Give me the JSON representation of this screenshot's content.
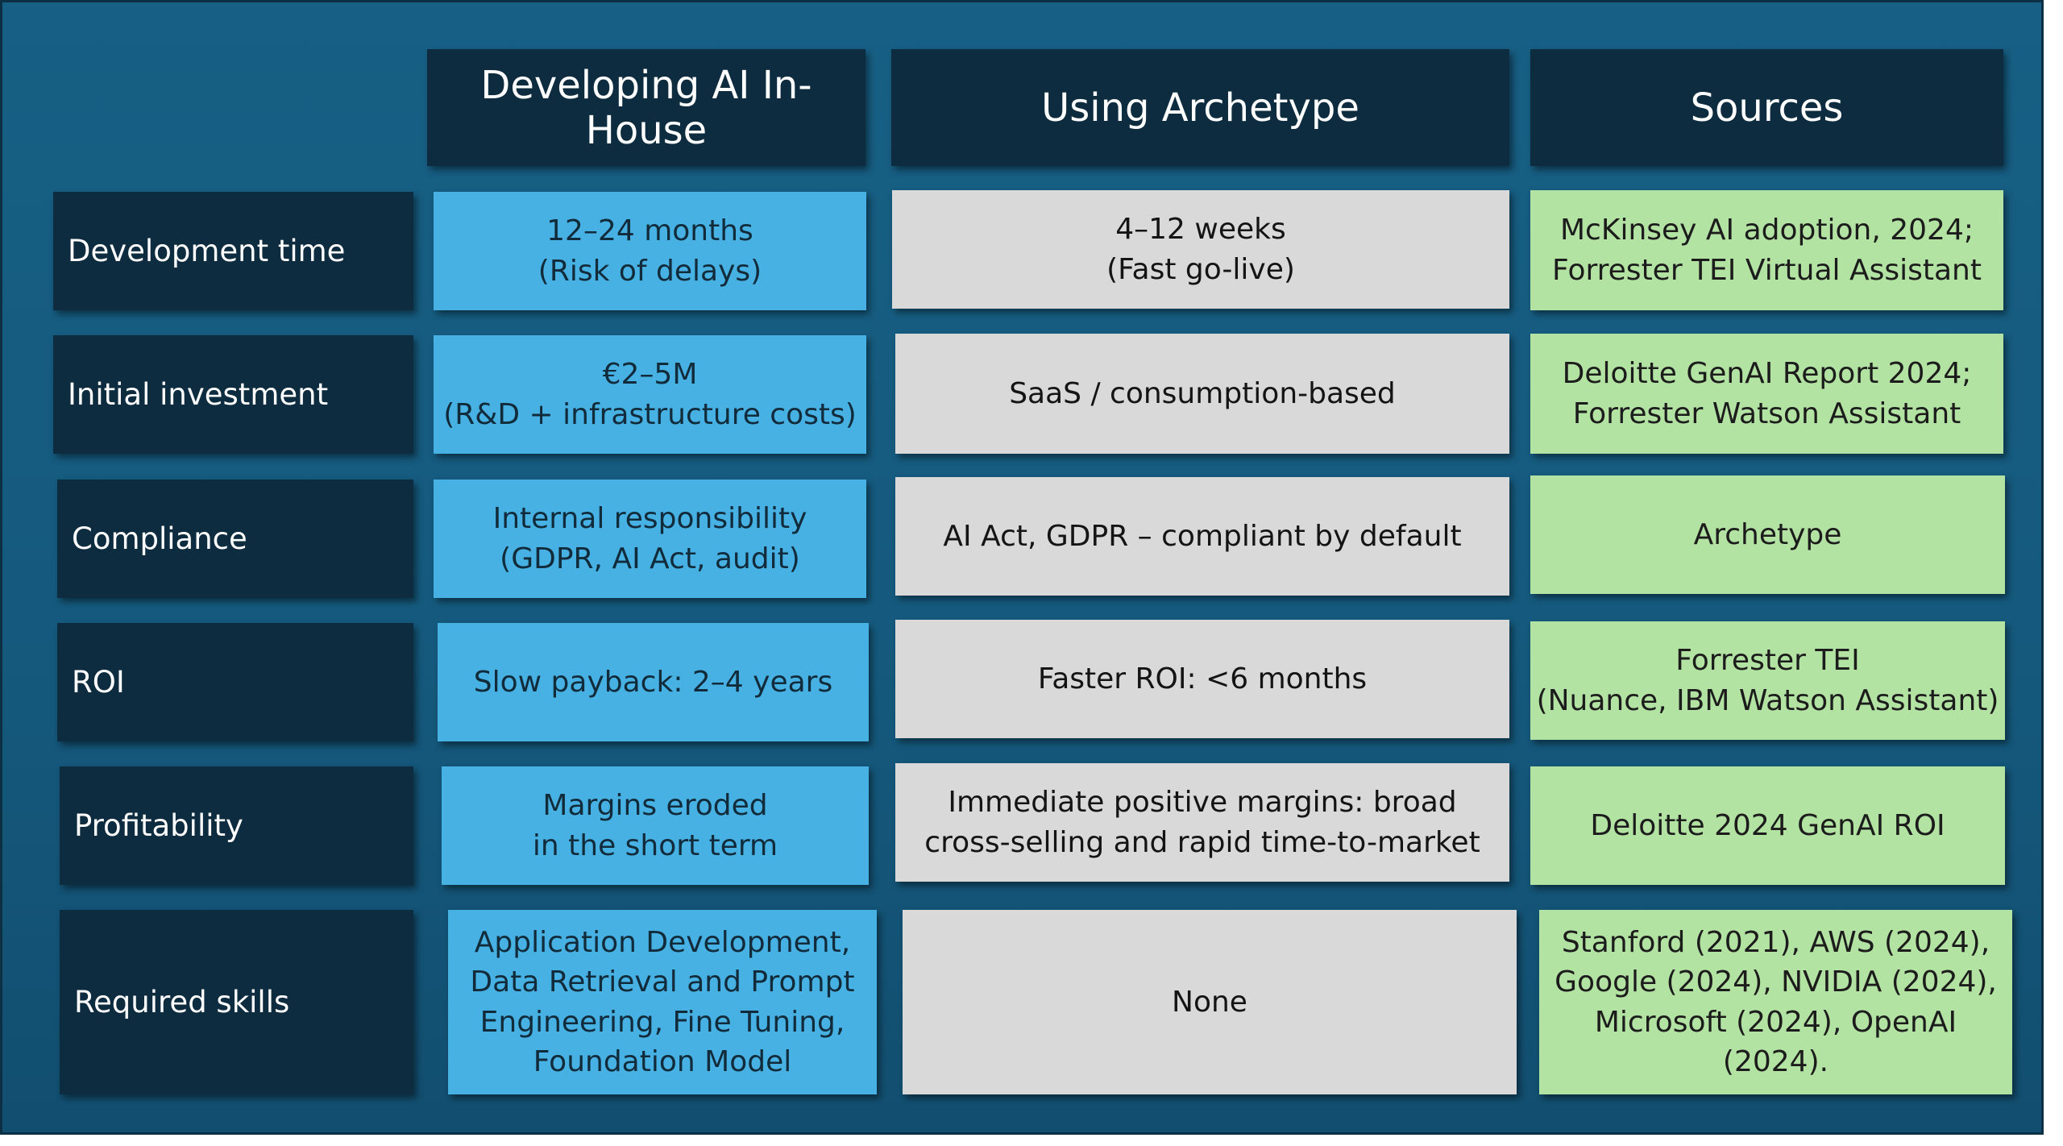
{
  "columns": {
    "inhouse": "Developing AI In-House",
    "archetype": "Using Archetype",
    "sources": "Sources"
  },
  "rows": [
    {
      "label": "Development time",
      "inhouse": "12–24 months\n(Risk of delays)",
      "archetype": "4–12 weeks\n(Fast go-live)",
      "sources": "McKinsey AI adoption, 2024;\nForrester TEI Virtual Assistant"
    },
    {
      "label": "Initial investment",
      "inhouse": "€2–5M\n(R&D + infrastructure costs)",
      "archetype": "SaaS / consumption-based",
      "sources": "Deloitte GenAI Report 2024;\nForrester Watson Assistant"
    },
    {
      "label": "Compliance",
      "inhouse": "Internal responsibility\n(GDPR, AI Act, audit)",
      "archetype": "AI Act, GDPR – compliant by default",
      "sources": "Archetype"
    },
    {
      "label": "ROI",
      "inhouse": "Slow payback: 2–4 years",
      "archetype": "Faster ROI: <6 months",
      "sources": "Forrester TEI\n(Nuance, IBM Watson Assistant)"
    },
    {
      "label": "Profitability",
      "inhouse": "Margins eroded\nin the short term",
      "archetype": "Immediate positive margins: broad\ncross-selling and rapid time-to-market",
      "sources": "Deloitte 2024 GenAI ROI"
    },
    {
      "label": "Required skills",
      "inhouse": "Application Development,\nData Retrieval and Prompt\nEngineering, Fine Tuning,\nFoundation Model",
      "archetype": "None",
      "sources": "Stanford (2021), AWS (2024),\nGoogle (2024), NVIDIA (2024),\nMicrosoft (2024), OpenAI\n(2024)."
    }
  ]
}
